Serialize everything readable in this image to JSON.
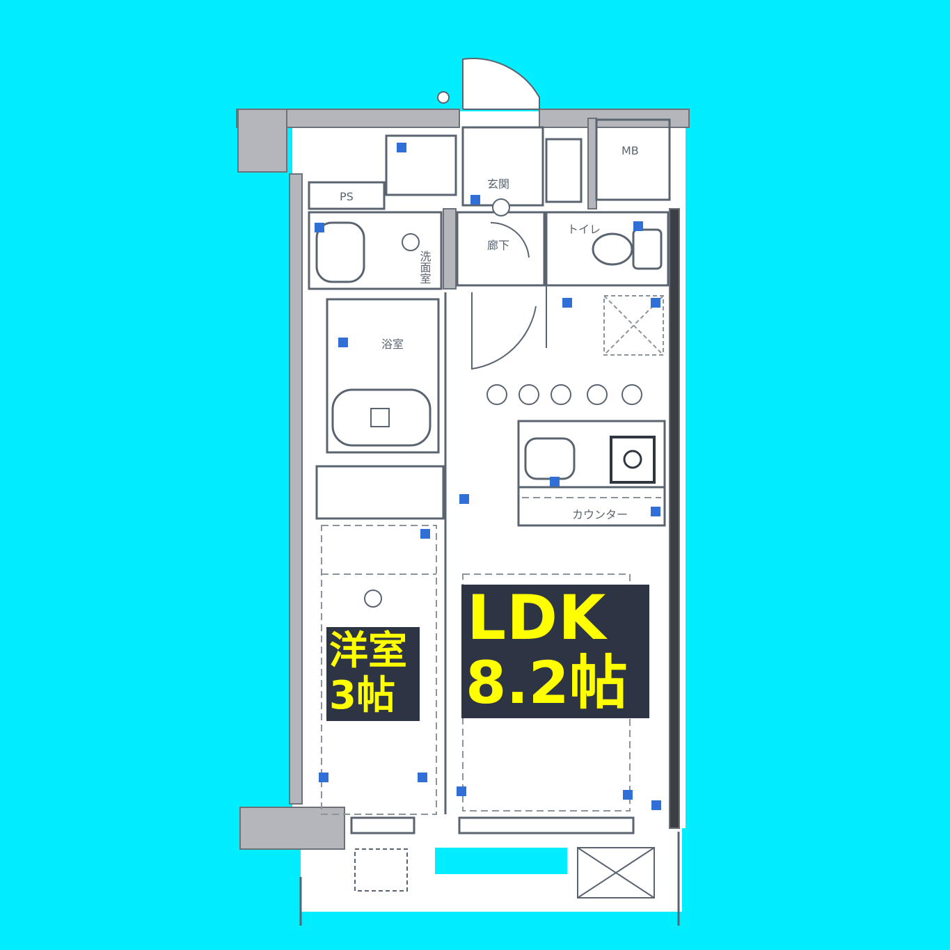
{
  "labels": {
    "ldk_name": "LDK",
    "ldk_size": "8.2帖",
    "western_name": "洋室",
    "western_size": "3帖"
  },
  "rooms": {
    "mb": "MB",
    "ps": "PS",
    "entrance": "玄関",
    "corridor": "廊下",
    "washroom": "洗面室",
    "toilet": "トイレ",
    "bathroom": "浴室",
    "counter": "カウンター"
  },
  "colors": {
    "background": "#00eeff",
    "label_bg": "#2d3544",
    "label_text": "#ffff00",
    "wall": "#a8aab0",
    "line": "#5a6470",
    "fixture": "#2f6fd6"
  }
}
